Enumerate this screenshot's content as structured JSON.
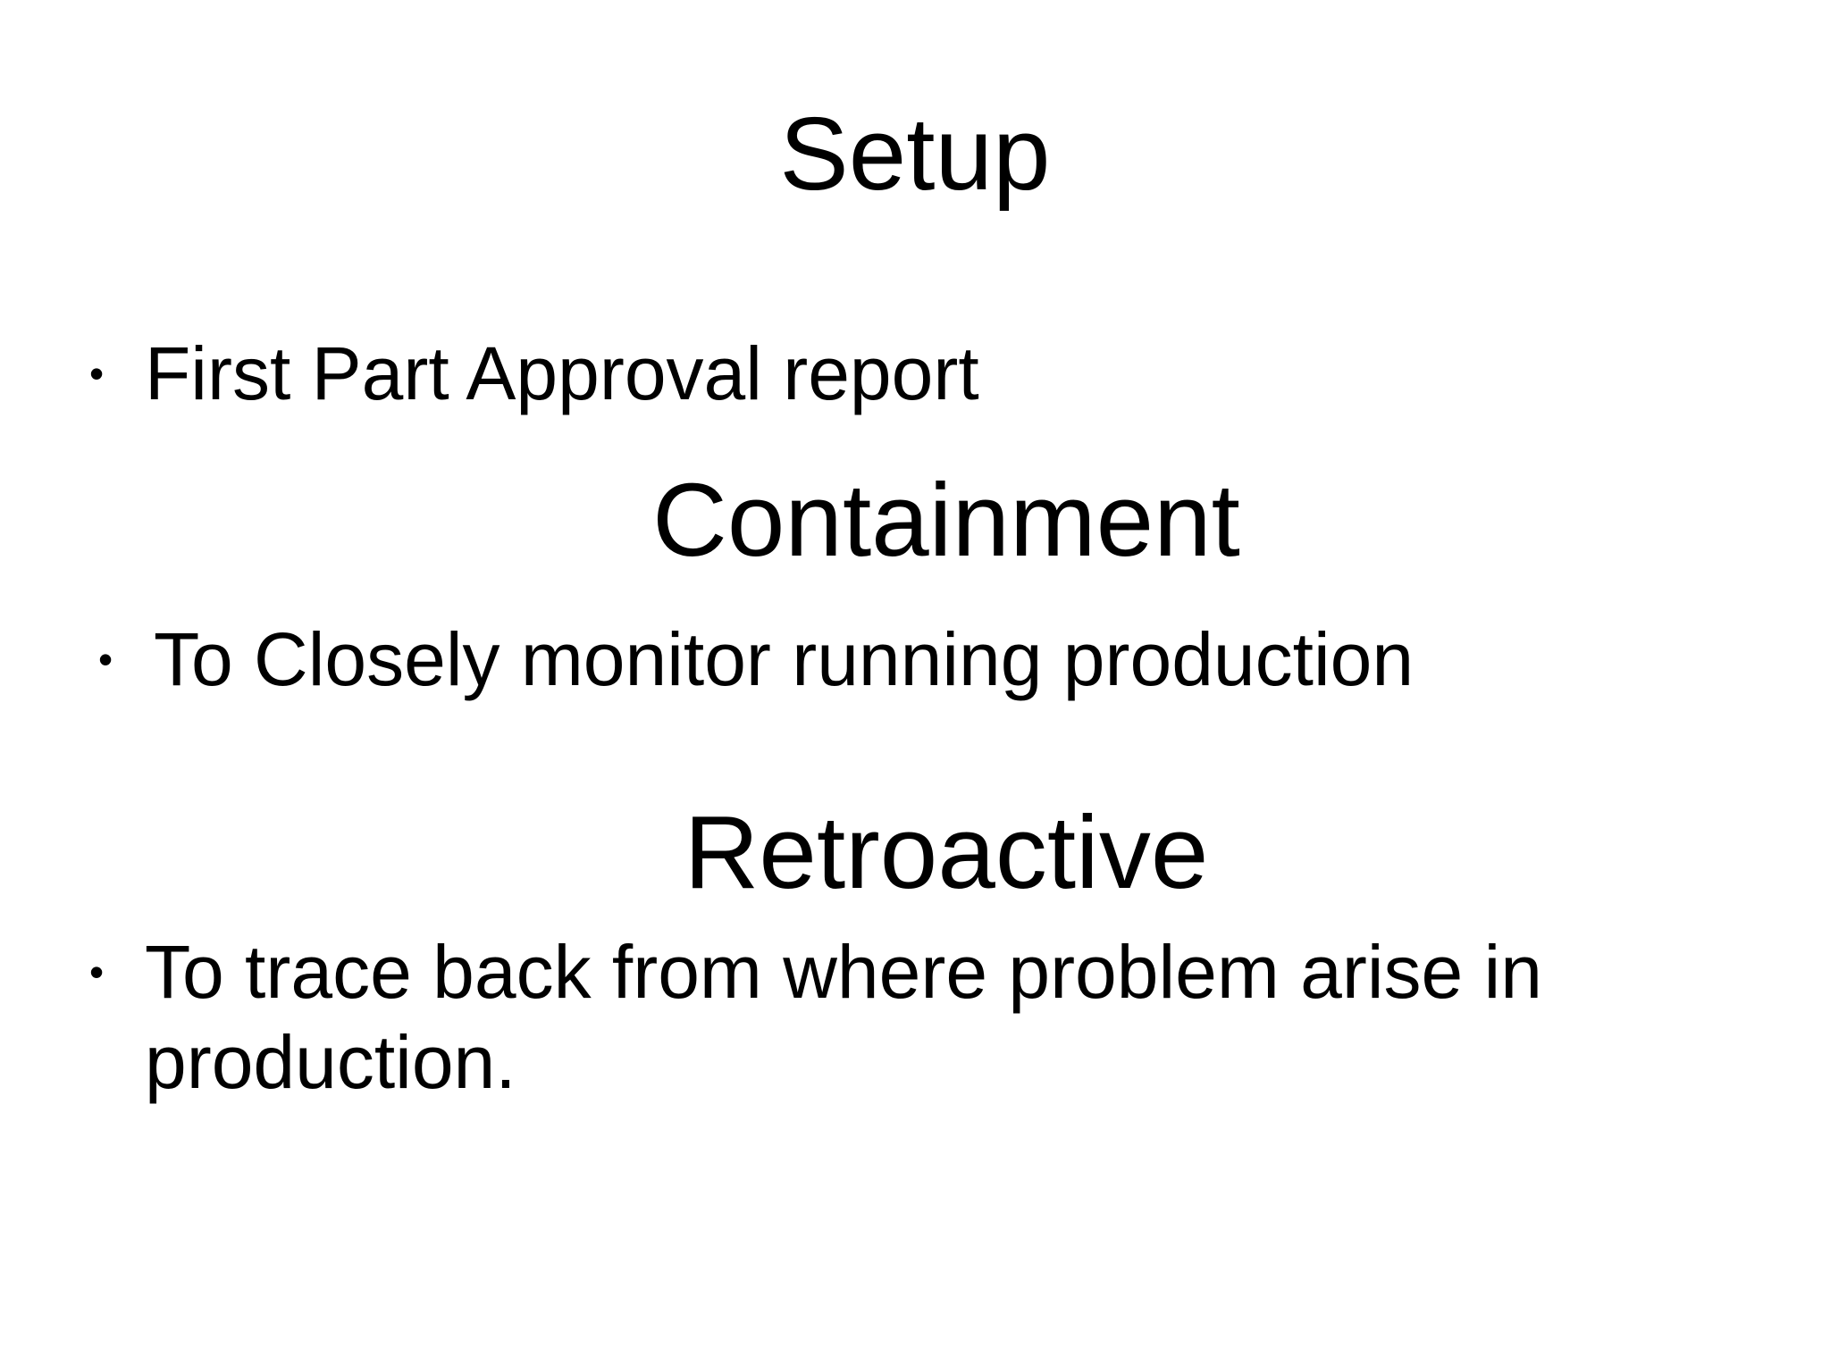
{
  "slide": {
    "background_color": "#ffffff",
    "text_color": "#000000",
    "bullet_glyph": "•",
    "title": "Setup",
    "items": [
      {
        "type": "bullet",
        "text": "First Part Approval report"
      },
      {
        "type": "heading",
        "text": "Containment"
      },
      {
        "type": "bullet",
        "text": "To Closely monitor running production"
      },
      {
        "type": "heading",
        "text": "Retroactive"
      },
      {
        "type": "bullet",
        "text": "To trace back from where problem arise in production."
      }
    ]
  }
}
